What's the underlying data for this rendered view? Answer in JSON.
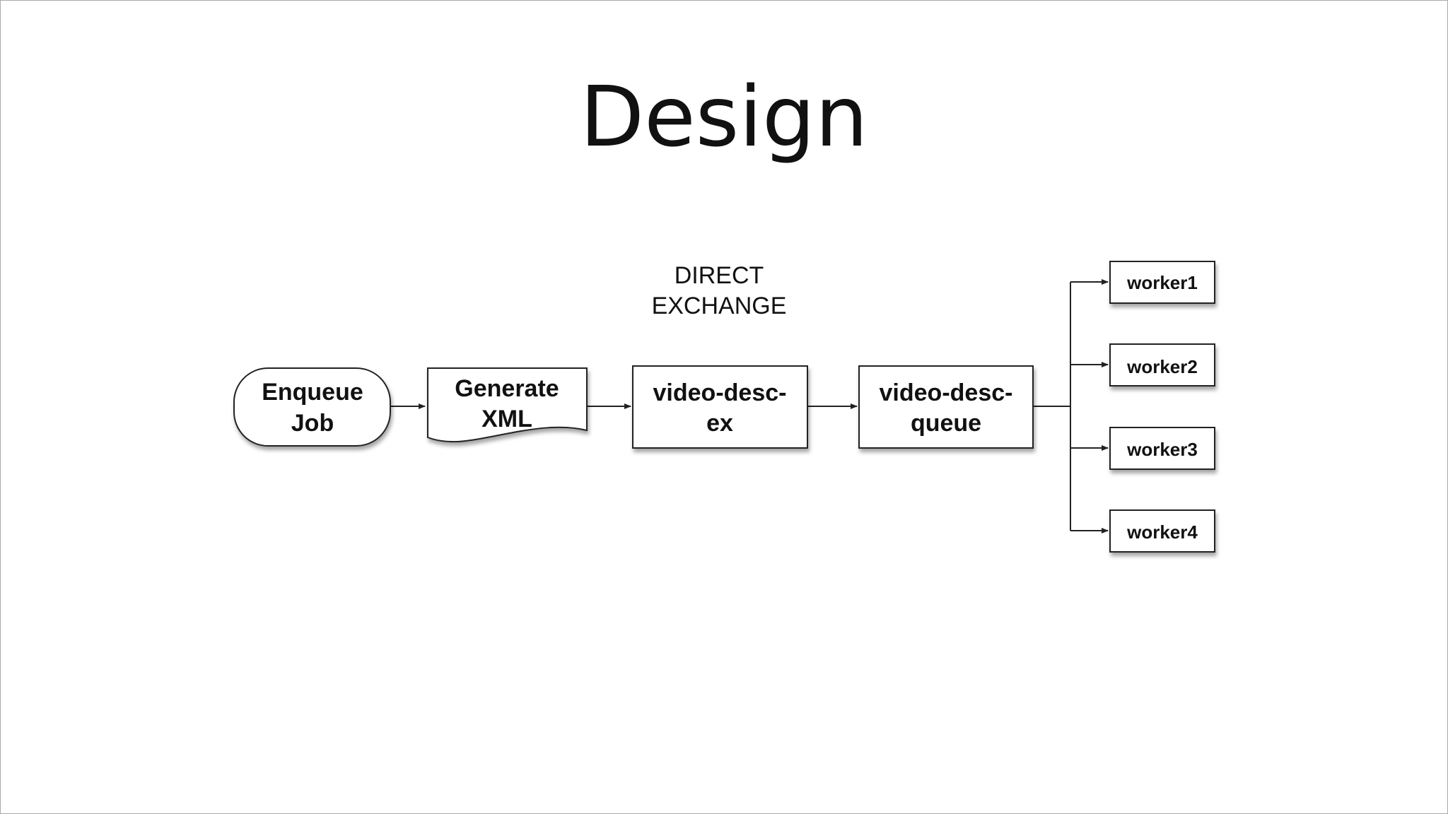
{
  "slide": {
    "title": "Design"
  },
  "diagram": {
    "exchange_label": [
      "DIRECT",
      "EXCHANGE"
    ],
    "nodes": {
      "enqueue_job": [
        "Enqueue",
        "Job"
      ],
      "generate_xml": [
        "Generate",
        "XML"
      ],
      "video_desc_ex": [
        "video-desc-",
        "ex"
      ],
      "video_desc_queue": [
        "video-desc-",
        "queue"
      ],
      "workers": [
        "worker1",
        "worker2",
        "worker3",
        "worker4"
      ]
    }
  }
}
